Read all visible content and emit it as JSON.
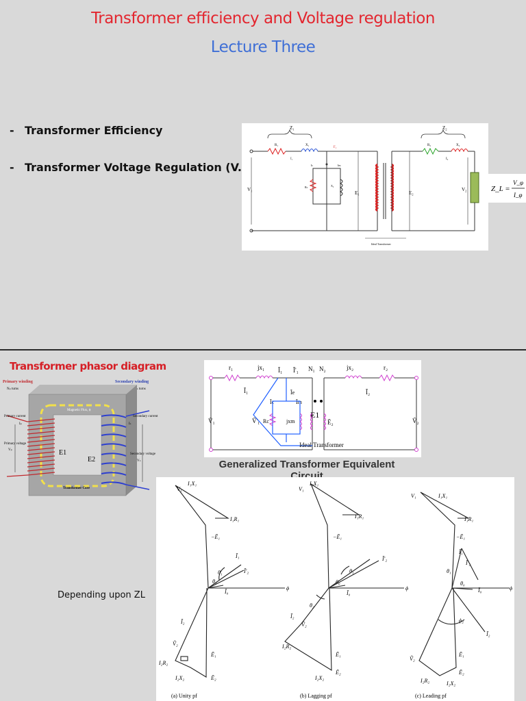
{
  "slide1": {
    "title": "Transformer efficiency and Voltage regulation",
    "subtitle": "Lecture Three",
    "bullets": [
      {
        "dash": "-",
        "text": "Transformer Efficiency"
      },
      {
        "dash": "-",
        "text": "Transformer Voltage Regulation (V.R%)"
      }
    ],
    "circuit": {
      "z1": "Z₁",
      "z2": "Z₂",
      "r1": "R₁",
      "x1": "X₁",
      "r2": "R₂",
      "x2": "X₂",
      "i1": "I₁",
      "i1p": "I'₁",
      "i2": "I₂",
      "ic": "Ic",
      "im": "Im",
      "rc": "Rc",
      "x0": "X₀",
      "v1": "V₁",
      "v2": "V₂",
      "e1": "E₁",
      "e2": "E₂",
      "ideal": "Ideal Transformer",
      "zl_lhs": "Z_L =",
      "zl_num": "V_φ",
      "zl_den": "I_φ"
    }
  },
  "slide2": {
    "title": "Transformer phasor diagram",
    "core": {
      "primary_winding": "Primary winding",
      "np_turns": "Nₚ turns",
      "secondary_winding": "Secondary winding",
      "ns_turns": "Nₛ turns",
      "primary_current": "Primary current",
      "ip": "Iₚ",
      "secondary_current": "Secondary current",
      "is": "Iₛ",
      "primary_voltage": "Primary voltage",
      "vp": "Vₚ",
      "secondary_voltage": "Secondary voltage",
      "vs": "Vₛ",
      "magnetic_flux": "Magnetic Flux, ϕ",
      "core_label": "Transformer Core",
      "e1": "E1",
      "e2": "E2"
    },
    "gen_circuit": {
      "r1": "r₁",
      "jx1": "jx₁",
      "i1": "Ĩ₁",
      "i1p": "Ĩ'₁",
      "n1": "N₁",
      "n2": "N₂",
      "jx2": "jx₂",
      "r2": "r₂",
      "i2": "Ĩ₂",
      "ie": "Ĩe",
      "ic": "Ĩc",
      "im": "Ĩm",
      "v1": "Ṽ₁",
      "v1p": "Ṽ'₁",
      "rc": "Rc",
      "jxm": "jxm",
      "e1": "E1",
      "e2": "Ē₂",
      "v2": "Ṽ₂",
      "ideal": "Ideal Transformer"
    },
    "caption": "Generalized Transformer Equivalent Circuit",
    "depending": "Depending upon ZL",
    "phasor": {
      "v1": "V₁",
      "i1x1": "I₁X₁",
      "i1r1": "I₁R₁",
      "me1": "−Ē₁",
      "i1": "Ĩ₁",
      "i2p": "Ĩ'₂",
      "theta1": "θ₁",
      "theta0": "θ₀",
      "theta2": "θ₂",
      "phi2": "ϕ₂",
      "i0": "Ĩ₀",
      "phi": "ϕ",
      "i2": "Ĩ₂",
      "v2": "Ṽ₂",
      "e1": "Ē₁",
      "e2": "Ē₂",
      "i2r2": "I₂R₂",
      "i2x2": "I₂X₂",
      "cap_a": "(a) Unity pf",
      "cap_b": "(b) Lagging pf",
      "cap_c": "(c) Leading pf"
    }
  }
}
